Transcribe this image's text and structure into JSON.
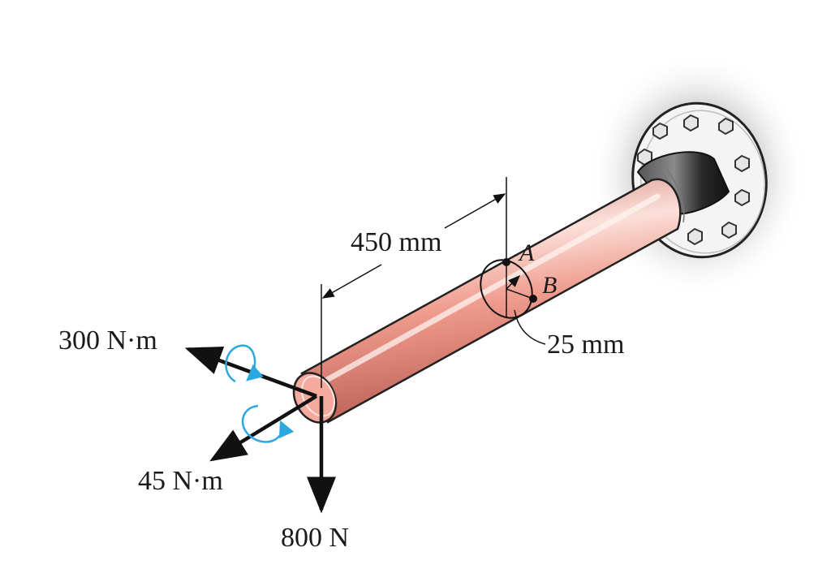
{
  "diagram": {
    "dimensions": {
      "length": "450 mm",
      "radius": "25 mm"
    },
    "loads": {
      "torque": "300 N·m",
      "bending_moment": "45 N·m",
      "force": "800 N"
    },
    "points": {
      "a": "A",
      "b": "B"
    },
    "colors": {
      "shaft": "#ef9a8c",
      "shaft_highlight": "#fbe3dd",
      "shaft_shadow": "#c76e63",
      "collar": "#2f2f2f",
      "flange": "#f2f2f2",
      "moment_arrow": "#2ba8e0",
      "ink": "#111111"
    }
  }
}
